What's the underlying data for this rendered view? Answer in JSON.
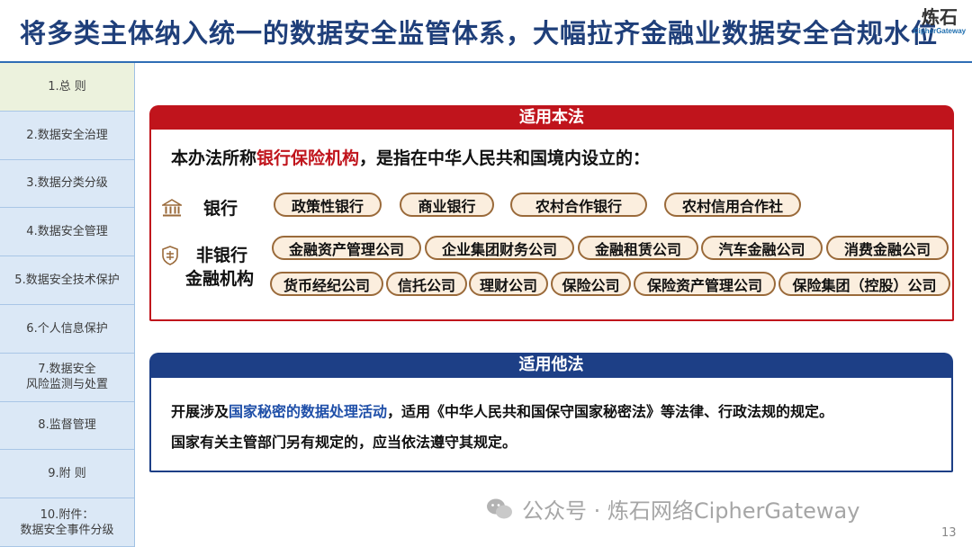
{
  "header": {
    "title": "将多类主体纳入统一的数据安全监管体系，大幅拉齐金融业数据安全合规水位",
    "logo_cn": "炼石",
    "logo_en": "CipherGateway"
  },
  "sidebar": {
    "items": [
      {
        "label": "1.总 则",
        "active": true
      },
      {
        "label": "2.数据安全治理"
      },
      {
        "label": "3.数据分类分级"
      },
      {
        "label": "4.数据安全管理"
      },
      {
        "label": "5.数据安全技术保护"
      },
      {
        "label": "6.个人信息保护"
      },
      {
        "label": "7.数据安全\n风险监测与处置"
      },
      {
        "label": "8.监督管理"
      },
      {
        "label": "9.附 则"
      },
      {
        "label": "10.附件：\n数据安全事件分级"
      }
    ]
  },
  "panel_applicable": {
    "header": "适用本法",
    "intro_prefix": "本办法所称",
    "intro_highlight": "银行保险机构",
    "intro_suffix": "，是指在中华人民共和国境内设立的：",
    "bank_label": "银行",
    "bank_items": [
      "政策性银行",
      "商业银行",
      "农村合作银行",
      "农村信用合作社"
    ],
    "nonbank_label_line1": "非银行",
    "nonbank_label_line2": "金融机构",
    "nonbank_row1": [
      "金融资产管理公司",
      "企业集团财务公司",
      "金融租赁公司",
      "汽车金融公司",
      "消费金融公司"
    ],
    "nonbank_row2": [
      "货币经纪公司",
      "信托公司",
      "理财公司",
      "保险公司",
      "保险资产管理公司",
      "保险集团（控股）公司"
    ]
  },
  "panel_other": {
    "header": "适用他法",
    "line1_prefix": "开展涉及",
    "line1_highlight": "国家秘密的数据处理活动",
    "line1_suffix": "，适用《中华人民共和国保守国家秘密法》等法律、行政法规的规定。",
    "line2": "国家有关主管部门另有规定的，应当依法遵守其规定。"
  },
  "footer": {
    "watermark": "公众号 · 炼石网络CipherGateway",
    "page_number": "13"
  },
  "colors": {
    "title_blue": "#1f3f7a",
    "red": "#c0141c",
    "navy": "#1d3f86",
    "pill_fill": "#fbeede",
    "pill_border": "#9a6a3a"
  }
}
